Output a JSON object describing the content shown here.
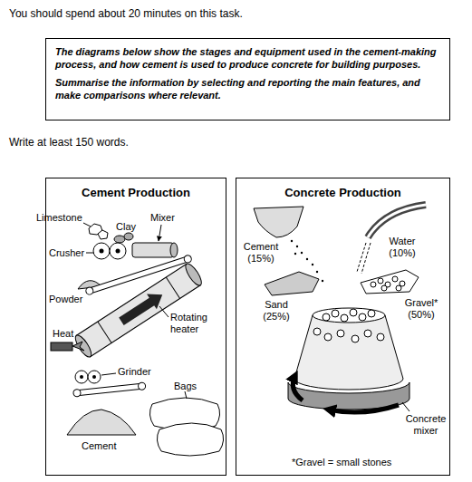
{
  "diagram": {
    "nodes": [
      {
        "text": [
          "The diagrams below show the stages and equipment used in the cement-making process, and how cement is used to produce concrete for building purposes.",
          "Summarise the information by selecting and reporting the main features, and make comparisons where relevant."
        ]
      },
      {
        "text": [
          "Cement Production"
        ]
      },
      {
        "text": [
          "Concrete Production"
        ]
      }
    ],
    "labels": [
      "You should spend about 20 minutes on this task.",
      "Write at least 150 words.",
      "Limestone",
      "Clay",
      "Mixer",
      "Crusher",
      "Powder",
      "Heat",
      "Rotating heater",
      "Grinder",
      "Bags",
      "Cement",
      "Cement (15%)",
      "Water (10%)",
      "Sand (25%)",
      "Gravel* (50%)",
      "Concrete mixer",
      "*Gravel = small stones"
    ]
  }
}
